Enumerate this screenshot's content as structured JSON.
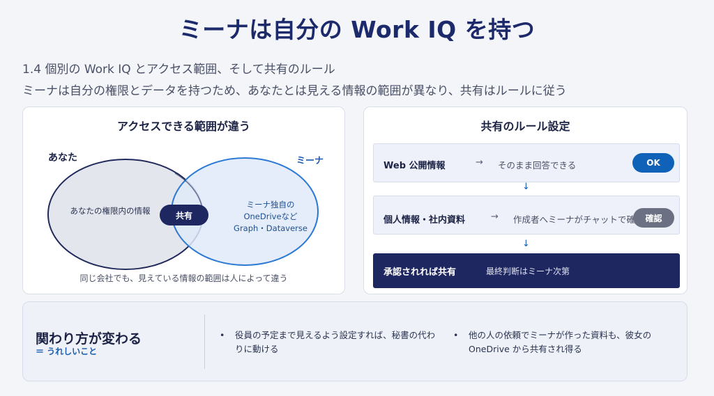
{
  "title": "ミーナは自分の Work IQ を持つ",
  "subtitle1": "1.4 個別の Work IQ とアクセス範囲、そして共有のルール",
  "subtitle2": "ミーナは自分の権限とデータを持つため、あなたとは見える情報の範囲が異なり、共有はルールに従う",
  "access": {
    "title": "アクセスできる範囲が違う",
    "you_label": "あなた",
    "mina_label": "ミーナ",
    "you_text": "あなたの権限内の情報",
    "mina_text_1": "ミーナ独自の",
    "mina_text_2": "OneDriveなど",
    "mina_text_3": "Graph・Dataverse",
    "shared": "共有",
    "caption": "同じ会社でも、見えている情報の範囲は人によって違う",
    "colors": {
      "you_fill": "#e4e6ee",
      "you_stroke": "#222a5c",
      "mina_fill": "#dfeaf8",
      "mina_stroke": "#2c7ad4"
    }
  },
  "rules": {
    "title": "共有のルール設定",
    "arrow": "→",
    "down": "↓",
    "items": [
      {
        "head": "Web 公開情報",
        "desc": "そのまま回答できる",
        "badge": "OK"
      },
      {
        "head": "個人情報・社内資料",
        "desc": "作成者へミーナがチャットで確認",
        "badge": "確認"
      },
      {
        "head": "承認されれば共有",
        "desc": "最終判断はミーナ次第"
      }
    ]
  },
  "bottom": {
    "heading": "関わり方が変わる",
    "sub": "＝ うれしいこと",
    "bullet_mark": "•",
    "bullets": [
      "役員の予定まで見えるよう設定すれば、秘書の代わりに動ける",
      "他の人の依頼でミーナが作った資料も、彼女の OneDrive から共有され得る"
    ]
  }
}
